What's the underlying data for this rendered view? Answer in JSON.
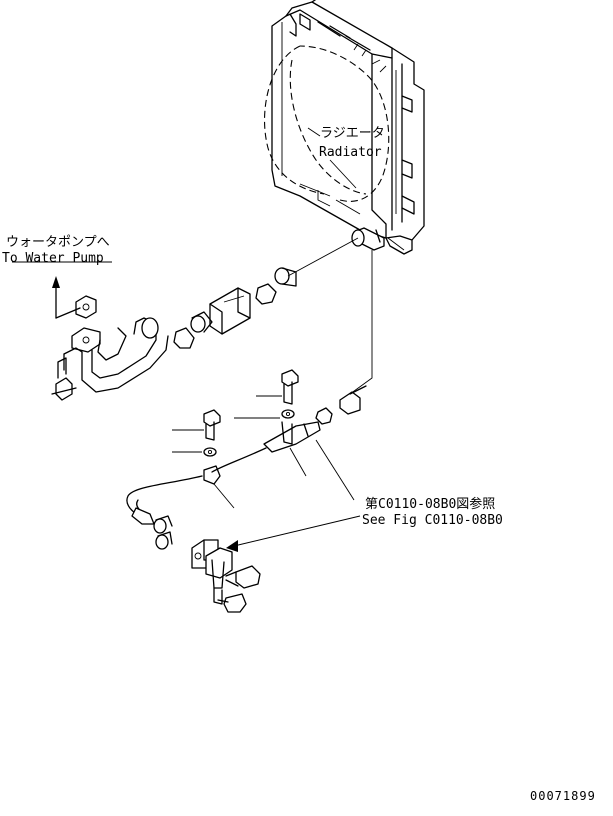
{
  "labels": {
    "radiator_jp": "ラジエータ",
    "radiator_en": "Radiator",
    "pump_jp": "ウォータポンプへ",
    "pump_en": "To Water Pump",
    "ref_jp": "第C0110-08B0図参照",
    "ref_en": "See Fig C0110-08B0",
    "drawing_no": "00071899"
  }
}
